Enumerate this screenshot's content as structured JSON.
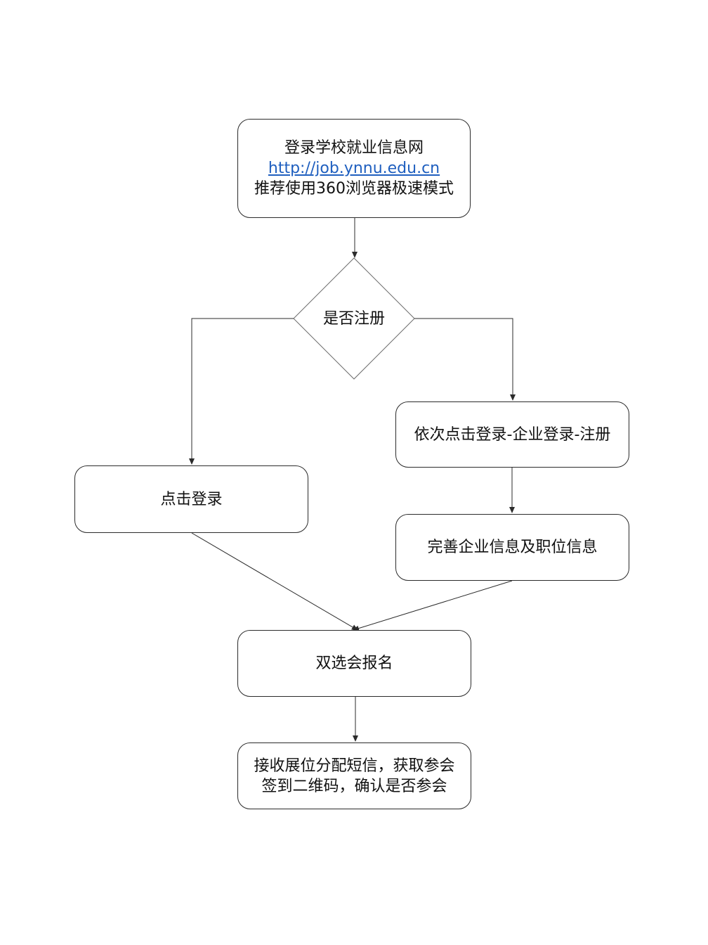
{
  "nodes": {
    "start": {
      "line1": "登录学校就业信息网",
      "link": "http://job.ynnu.edu.cn",
      "line3": "推荐使用360浏览器极速模式"
    },
    "decision": {
      "label": "是否注册"
    },
    "login": {
      "label": "点击登录"
    },
    "register": {
      "label": "依次点击登录-企业登录-注册"
    },
    "complete_info": {
      "label": "完善企业信息及职位信息"
    },
    "signup": {
      "label": "双选会报名"
    },
    "receive": {
      "line1": "接收展位分配短信，获取参会",
      "line2": "签到二维码，确认是否参会"
    }
  },
  "colors": {
    "stroke": "#2b2b2b",
    "link": "#1f5fbf",
    "decision_stroke": "#6b6b6b"
  }
}
